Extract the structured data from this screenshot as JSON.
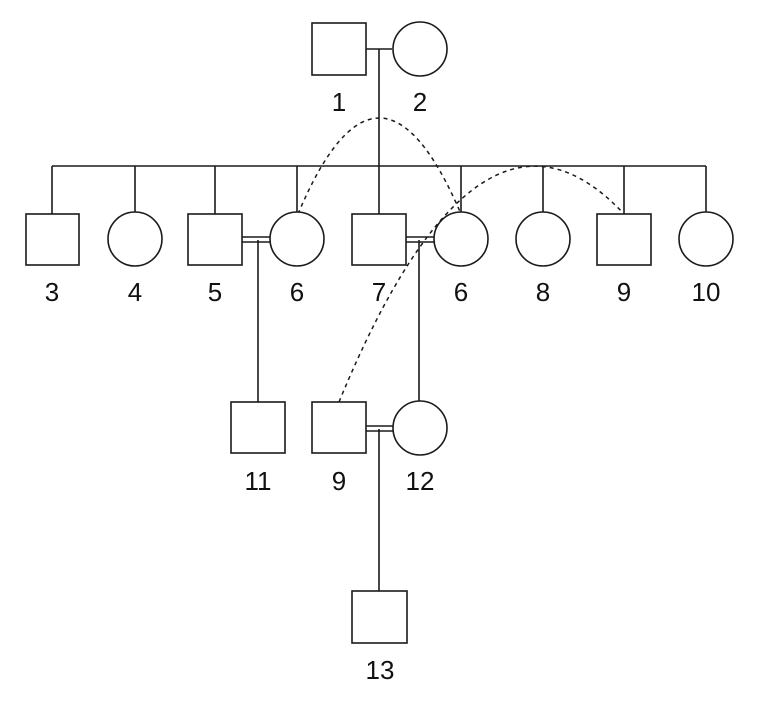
{
  "individuals": [
    {
      "id": "i1",
      "label": "1",
      "sex": "male"
    },
    {
      "id": "i2",
      "label": "2",
      "sex": "female"
    },
    {
      "id": "i3",
      "label": "3",
      "sex": "male"
    },
    {
      "id": "i4",
      "label": "4",
      "sex": "female"
    },
    {
      "id": "i5",
      "label": "5",
      "sex": "male"
    },
    {
      "id": "i6a",
      "label": "6",
      "sex": "female"
    },
    {
      "id": "i7",
      "label": "7",
      "sex": "male"
    },
    {
      "id": "i6b",
      "label": "6",
      "sex": "female"
    },
    {
      "id": "i8",
      "label": "8",
      "sex": "female"
    },
    {
      "id": "i9a",
      "label": "9",
      "sex": "male"
    },
    {
      "id": "i10",
      "label": "10",
      "sex": "female"
    },
    {
      "id": "i11",
      "label": "11",
      "sex": "male"
    },
    {
      "id": "i9b",
      "label": "9",
      "sex": "male"
    },
    {
      "id": "i12",
      "label": "12",
      "sex": "female"
    },
    {
      "id": "i13",
      "label": "13",
      "sex": "male"
    }
  ],
  "unions": [
    {
      "partners": [
        "i1",
        "i2"
      ],
      "consanguineous": false,
      "children": [
        "i3",
        "i4",
        "i5",
        "i6a",
        "i7",
        "i6b",
        "i8",
        "i9a",
        "i10"
      ]
    },
    {
      "partners": [
        "i5",
        "i6a"
      ],
      "consanguineous": true,
      "children": [
        "i11"
      ]
    },
    {
      "partners": [
        "i7",
        "i6b"
      ],
      "consanguineous": true,
      "children": [
        "i12"
      ]
    },
    {
      "partners": [
        "i9b",
        "i12"
      ],
      "consanguineous": true,
      "children": [
        "i13"
      ]
    }
  ],
  "same_individual_links": [
    {
      "from": "i6a",
      "to": "i6b"
    },
    {
      "from": "i9a",
      "to": "i9b"
    }
  ]
}
